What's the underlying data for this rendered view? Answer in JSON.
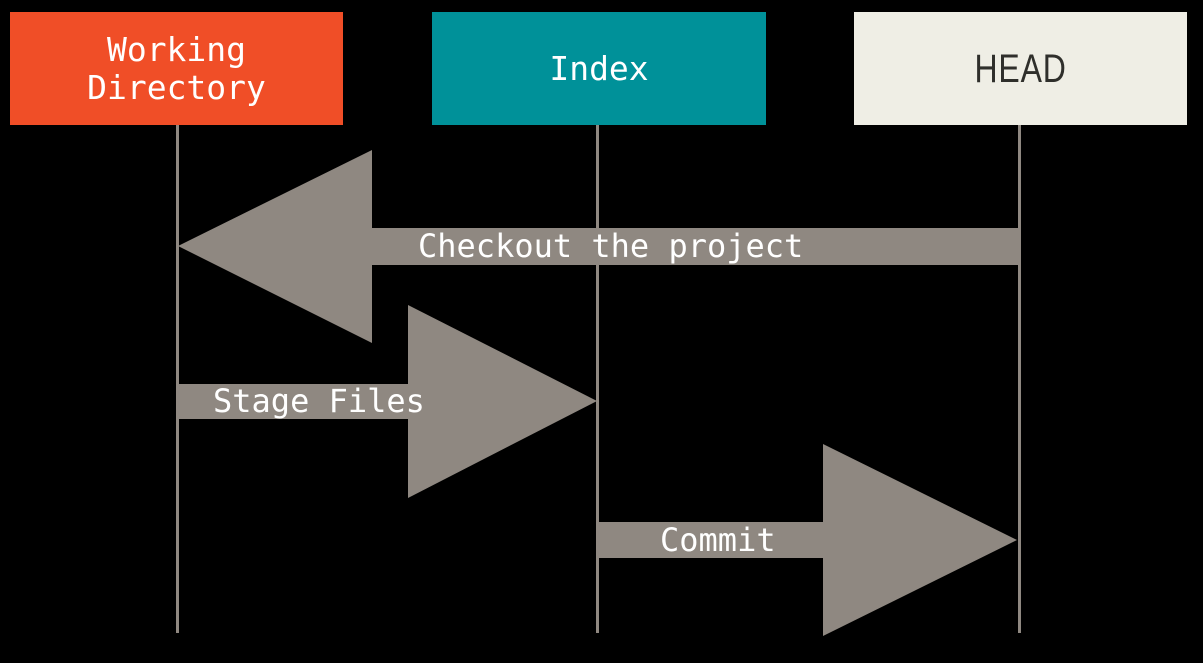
{
  "colors": {
    "background": "#000000",
    "box-working": "#F04E27",
    "box-index": "#009199",
    "box-head": "#EFEEE5",
    "head-text": "#2F2F2B",
    "arrow": "#8F8881",
    "lifeline": "#8F8881",
    "label-text": "#FFFFFF"
  },
  "diagram": {
    "type": "sequence-diagram",
    "subject": "Git checkout / stage / commit flow",
    "columns": [
      {
        "id": "working-directory",
        "label": "Working Directory"
      },
      {
        "id": "index",
        "label": "Index"
      },
      {
        "id": "head",
        "label": "HEAD"
      }
    ],
    "arrows": [
      {
        "label": "Checkout the project",
        "from": "head",
        "to": "working-directory",
        "direction": "left"
      },
      {
        "label": "Stage Files",
        "from": "working-directory",
        "to": "index",
        "direction": "right"
      },
      {
        "label": "Commit",
        "from": "index",
        "to": "head",
        "direction": "right"
      }
    ]
  }
}
